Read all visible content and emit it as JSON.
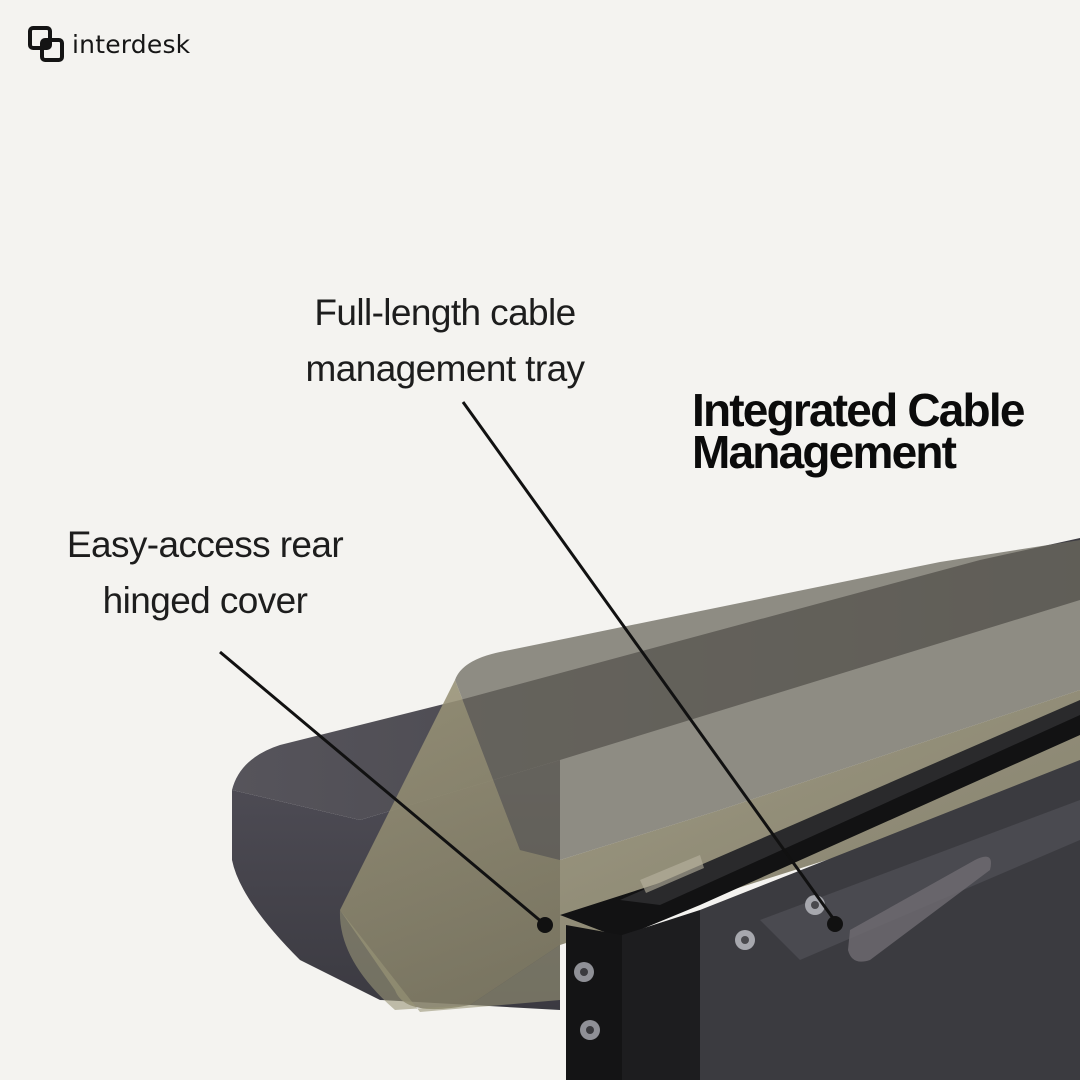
{
  "brand": {
    "name": "interdesk",
    "logo_icon": "interlocked-squares-icon"
  },
  "headline": {
    "line1": "Integrated Cable",
    "line2": "Management"
  },
  "callouts": {
    "tray": {
      "line1": "Full-length cable",
      "line2": "management tray"
    },
    "cover": {
      "line1": "Easy-access rear",
      "line2": "hinged cover"
    }
  },
  "colors": {
    "background": "#f4f3f0",
    "desk_top": "#4c4a52",
    "tray_overlay": "#8a8466",
    "frame": "#0f0f10",
    "text": "#111111"
  },
  "product_photo": "desk-with-rear-cable-tray-photo"
}
